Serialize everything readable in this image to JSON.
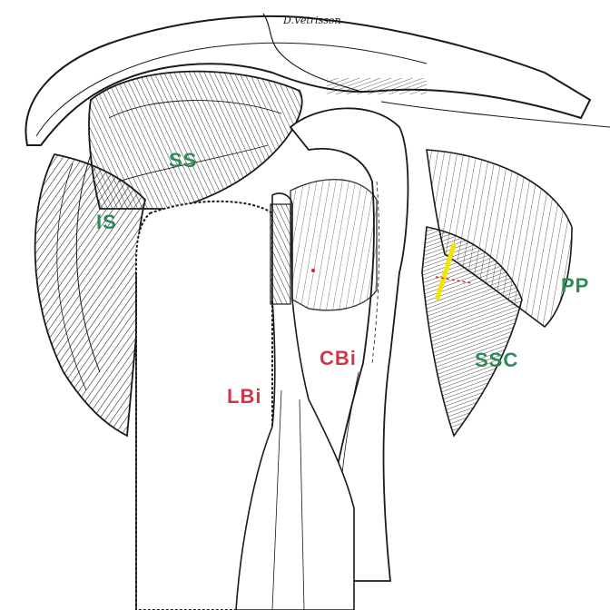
{
  "signature": "D.Vetrisson",
  "labels": {
    "ss": "SS",
    "is": "IS",
    "pp": "PP",
    "ssc": "SSC",
    "cbi": "CBi",
    "lbi": "LBi"
  },
  "colors": {
    "ink": "#1a1a1a",
    "muscle_label": "#2e8b57",
    "tendon_label": "#d6334a",
    "marker": "#f2e600",
    "marker_red": "#e02020",
    "background": "#ffffff"
  }
}
